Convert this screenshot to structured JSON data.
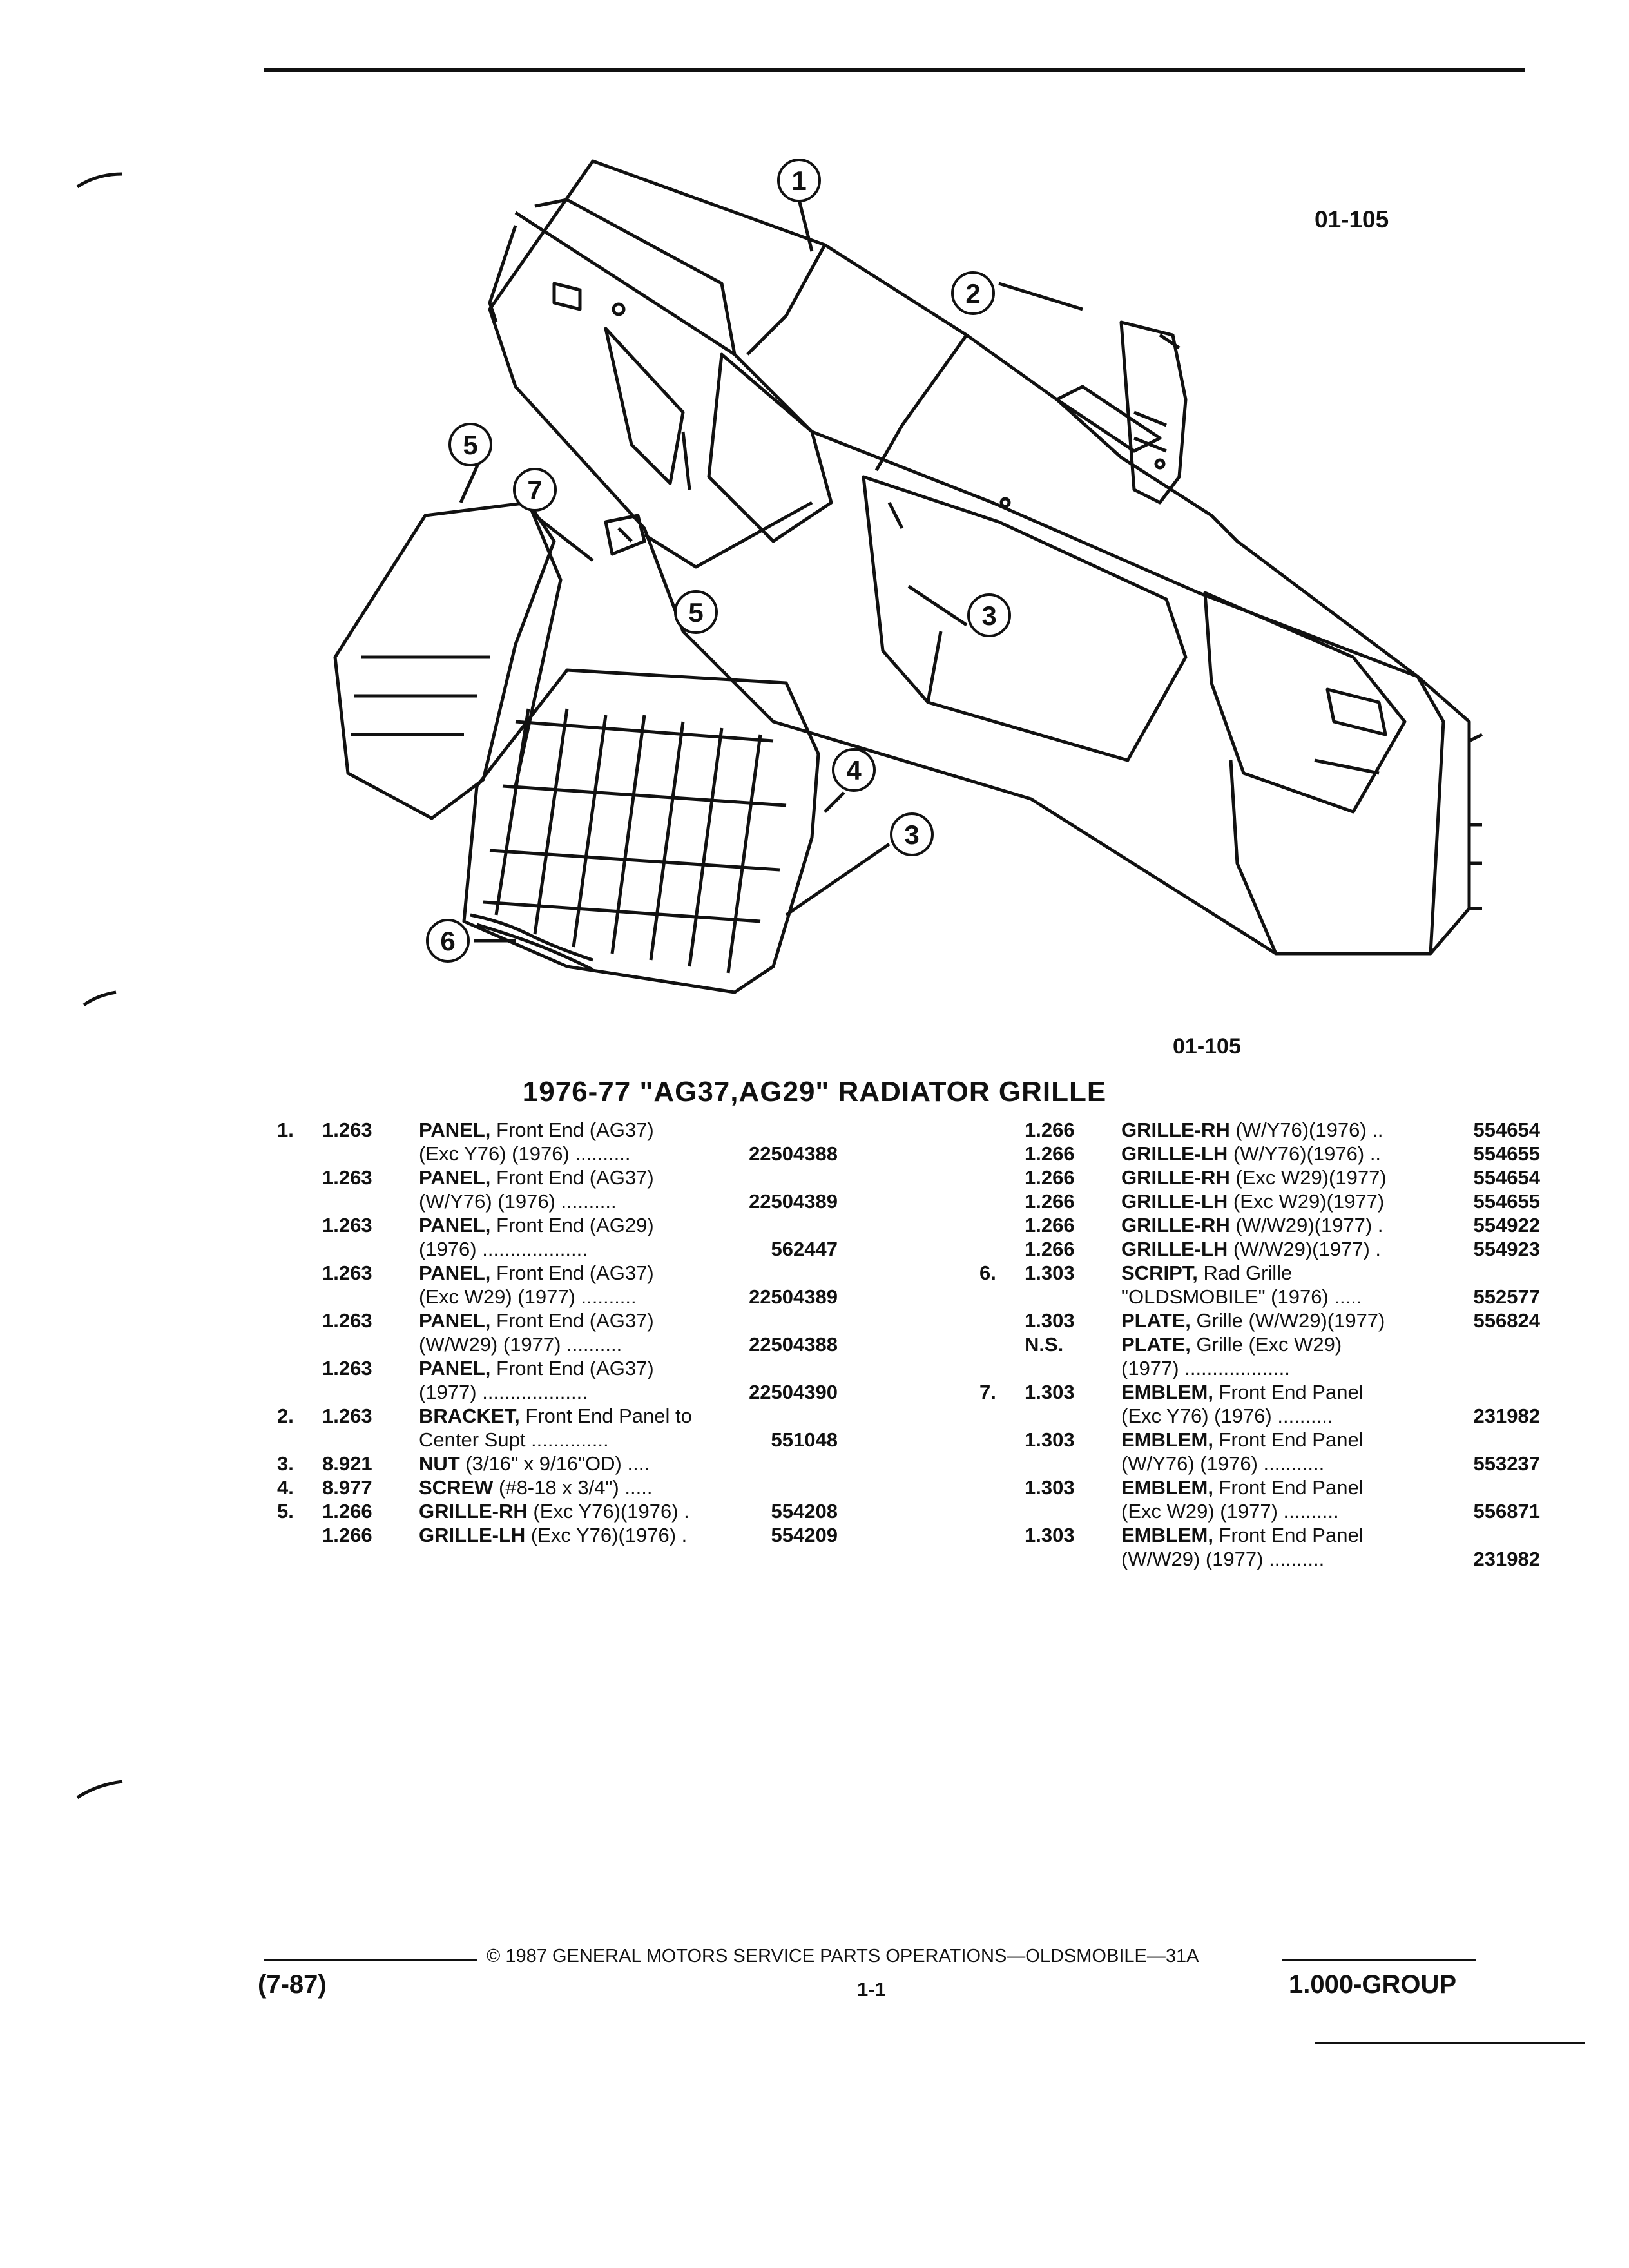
{
  "figure": {
    "code_top": "01-105",
    "code_bottom": "01-105",
    "callouts": [
      "1",
      "2",
      "3",
      "3",
      "4",
      "5",
      "5",
      "6",
      "7"
    ]
  },
  "title": "1976-77 \"AG37,AG29\" RADIATOR GRILLE",
  "left_column": [
    {
      "num": "1.",
      "group": "1.263",
      "name": "PANEL,",
      "desc": " Front End (AG37)",
      "part": ""
    },
    {
      "num": "",
      "group": "",
      "name": "",
      "desc": "(Exc Y76) (1976) ..........",
      "part": "22504388"
    },
    {
      "num": "",
      "group": "1.263",
      "name": "PANEL,",
      "desc": " Front End (AG37)",
      "part": ""
    },
    {
      "num": "",
      "group": "",
      "name": "",
      "desc": "(W/Y76) (1976) ..........",
      "part": "22504389"
    },
    {
      "num": "",
      "group": "1.263",
      "name": "PANEL,",
      "desc": " Front End (AG29)",
      "part": ""
    },
    {
      "num": "",
      "group": "",
      "name": "",
      "desc": "(1976) ...................",
      "part": "562447"
    },
    {
      "num": "",
      "group": "1.263",
      "name": "PANEL,",
      "desc": " Front End (AG37)",
      "part": ""
    },
    {
      "num": "",
      "group": "",
      "name": "",
      "desc": "(Exc W29) (1977) ..........",
      "part": "22504389"
    },
    {
      "num": "",
      "group": "1.263",
      "name": "PANEL,",
      "desc": " Front End (AG37)",
      "part": ""
    },
    {
      "num": "",
      "group": "",
      "name": "",
      "desc": "(W/W29) (1977) ..........",
      "part": "22504388"
    },
    {
      "num": "",
      "group": "1.263",
      "name": "PANEL,",
      "desc": " Front End (AG37)",
      "part": ""
    },
    {
      "num": "",
      "group": "",
      "name": "",
      "desc": "(1977) ...................",
      "part": "22504390"
    },
    {
      "num": "2.",
      "group": "1.263",
      "name": "BRACKET,",
      "desc": " Front End Panel to",
      "part": ""
    },
    {
      "num": "",
      "group": "",
      "name": "",
      "desc": "Center Supt ..............",
      "part": "551048"
    },
    {
      "num": "3.",
      "group": "8.921",
      "name": "NUT",
      "desc": " (3/16\" x 9/16\"OD) ....",
      "part": ""
    },
    {
      "num": "4.",
      "group": "8.977",
      "name": "SCREW",
      "desc": " (#8-18 x 3/4\") .....",
      "part": ""
    },
    {
      "num": "5.",
      "group": "1.266",
      "name": "GRILLE-RH",
      "desc": " (Exc Y76)(1976) .",
      "part": "554208"
    },
    {
      "num": "",
      "group": "1.266",
      "name": "GRILLE-LH",
      "desc": " (Exc Y76)(1976) .",
      "part": "554209"
    }
  ],
  "right_column": [
    {
      "num": "",
      "group": "1.266",
      "name": "GRILLE-RH",
      "desc": " (W/Y76)(1976) ..",
      "part": "554654"
    },
    {
      "num": "",
      "group": "1.266",
      "name": "GRILLE-LH",
      "desc": " (W/Y76)(1976) ..",
      "part": "554655"
    },
    {
      "num": "",
      "group": "1.266",
      "name": "GRILLE-RH",
      "desc": " (Exc W29)(1977)",
      "part": "554654"
    },
    {
      "num": "",
      "group": "1.266",
      "name": "GRILLE-LH",
      "desc": " (Exc W29)(1977)",
      "part": "554655"
    },
    {
      "num": "",
      "group": "1.266",
      "name": "GRILLE-RH",
      "desc": " (W/W29)(1977) .",
      "part": "554922"
    },
    {
      "num": "",
      "group": "1.266",
      "name": "GRILLE-LH",
      "desc": " (W/W29)(1977) .",
      "part": "554923"
    },
    {
      "num": "6.",
      "group": "1.303",
      "name": "SCRIPT,",
      "desc": " Rad Grille",
      "part": ""
    },
    {
      "num": "",
      "group": "",
      "name": "",
      "desc": "\"OLDSMOBILE\" (1976) .....",
      "part": "552577"
    },
    {
      "num": "",
      "group": "1.303",
      "name": "PLATE,",
      "desc": " Grille (W/W29)(1977)",
      "part": "556824"
    },
    {
      "num": "",
      "group": "N.S.",
      "name": "PLATE,",
      "desc": " Grille (Exc W29)",
      "part": ""
    },
    {
      "num": "",
      "group": "",
      "name": "",
      "desc": "(1977) ...................",
      "part": ""
    },
    {
      "num": "7.",
      "group": "1.303",
      "name": "EMBLEM,",
      "desc": " Front End Panel",
      "part": ""
    },
    {
      "num": "",
      "group": "",
      "name": "",
      "desc": "(Exc Y76) (1976) ..........",
      "part": "231982"
    },
    {
      "num": "",
      "group": "1.303",
      "name": "EMBLEM,",
      "desc": " Front End Panel",
      "part": ""
    },
    {
      "num": "",
      "group": "",
      "name": "",
      "desc": "(W/Y76) (1976) ...........",
      "part": "553237"
    },
    {
      "num": "",
      "group": "1.303",
      "name": "EMBLEM,",
      "desc": " Front End Panel",
      "part": ""
    },
    {
      "num": "",
      "group": "",
      "name": "",
      "desc": "(Exc W29) (1977) ..........",
      "part": "556871"
    },
    {
      "num": "",
      "group": "1.303",
      "name": "EMBLEM,",
      "desc": " Front End Panel",
      "part": ""
    },
    {
      "num": "",
      "group": "",
      "name": "",
      "desc": "(W/W29) (1977) ..........",
      "part": "231982"
    }
  ],
  "footer": {
    "copyright": "© 1987 GENERAL MOTORS SERVICE PARTS OPERATIONS—OLDSMOBILE—31A",
    "date_code": "(7-87)",
    "page": "1-1",
    "group": "1.000-GROUP"
  }
}
